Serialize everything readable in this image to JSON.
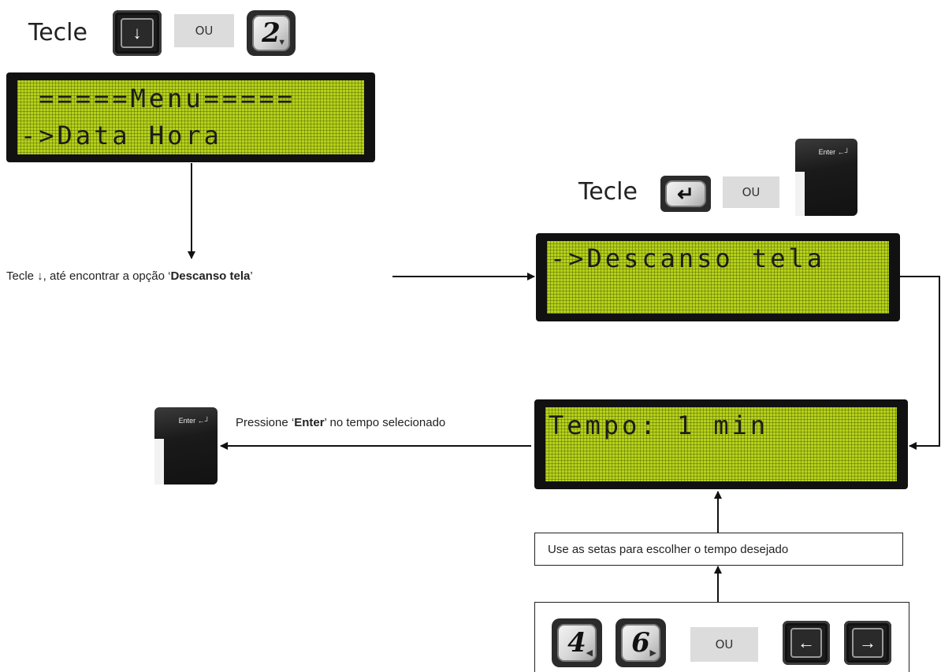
{
  "step1": {
    "tecle": "Tecle",
    "ou": "ou",
    "key_down_glyph": "↓",
    "key_digit": "2"
  },
  "lcd_menu": {
    "line1": " =====Menu=====",
    "line2": "->Data Hora"
  },
  "caption_scroll": {
    "prefix": "Tecle ↓, até encontrar a opção ‘",
    "bold": "Descanso tela",
    "suffix": "’"
  },
  "step2": {
    "tecle": "Tecle",
    "ou": "ou",
    "key_enter_glyph": "↵",
    "enter_label": "Enter ←┘"
  },
  "lcd_descanso": {
    "line1": "->Descanso tela",
    "line2": ""
  },
  "lcd_tempo": {
    "line1": "Tempo: 1 min",
    "line2": ""
  },
  "caption_enter": {
    "prefix": "Pressione ‘",
    "bold": "Enter",
    "suffix": "’ no tempo selecionado",
    "enter_label": "Enter ←┘"
  },
  "setas_box": {
    "text": "Use as setas para escolher o tempo desejado"
  },
  "keys_box": {
    "digit_left": "4",
    "digit_right": "6",
    "ou": "ou",
    "arrow_left": "←",
    "arrow_right": "→"
  }
}
